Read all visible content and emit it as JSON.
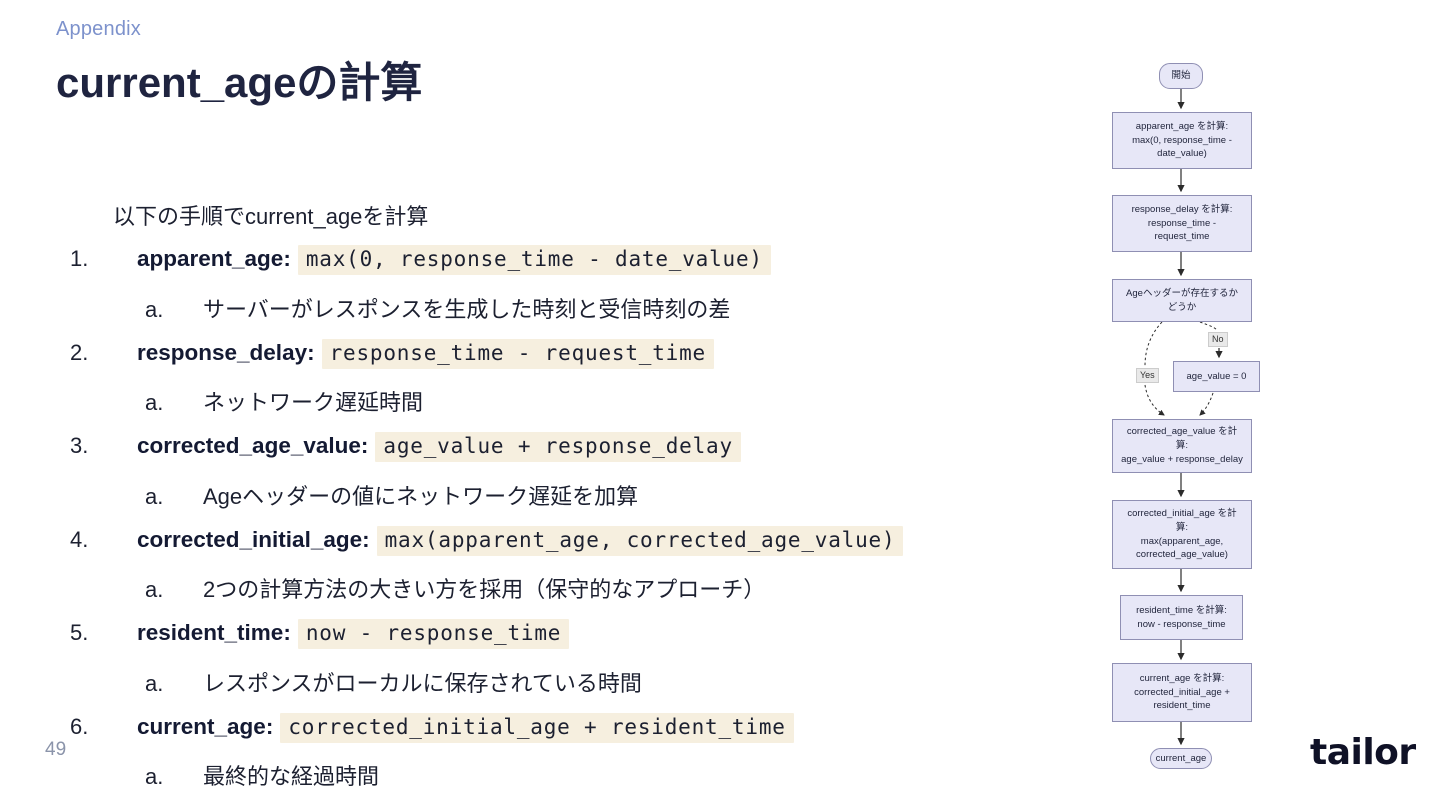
{
  "slide": {
    "eyebrow": "Appendix",
    "title": "current_ageの計算",
    "page_number": "49",
    "logo_text": "tailor"
  },
  "list": {
    "intro": "以下の手順でcurrent_ageを計算",
    "items": [
      {
        "num": "1.",
        "term": "apparent_age",
        "sep": ":",
        "code": "max(0, response_time - date_value)",
        "sub_num": "a.",
        "sub_text": "サーバーがレスポンスを生成した時刻と受信時刻の差"
      },
      {
        "num": "2.",
        "term": "response_delay",
        "sep": ":",
        "code": "response_time - request_time",
        "sub_num": "a.",
        "sub_text": "ネットワーク遅延時間"
      },
      {
        "num": "3.",
        "term": "corrected_age_value",
        "sep": ":",
        "code": "age_value + response_delay",
        "sub_num": "a.",
        "sub_text": "Ageヘッダーの値にネットワーク遅延を加算"
      },
      {
        "num": "4.",
        "term": "corrected_initial_age",
        "sep": ":",
        "code": "max(apparent_age, corrected_age_value)",
        "sub_num": "a.",
        "sub_text": "2つの計算方法の大きい方を採用（保守的なアプローチ）"
      },
      {
        "num": "5.",
        "term": "resident_time",
        "sep": ":",
        "code": "now - response_time",
        "sub_num": "a.",
        "sub_text": "レスポンスがローカルに保存されている時間"
      },
      {
        "num": "6.",
        "term": "current_age",
        "sep": ":",
        "code": "corrected_initial_age + resident_time",
        "sub_num": "a.",
        "sub_text": "最終的な経過時間"
      }
    ]
  },
  "flowchart": {
    "nodes": [
      {
        "id": "start",
        "text": "開始"
      },
      {
        "id": "apparent_age",
        "text": "apparent_age を計算:\nmax(0, response_time -\ndate_value)"
      },
      {
        "id": "response_delay",
        "text": "response_delay を計算:\nresponse_time -\nrequest_time"
      },
      {
        "id": "age_header_check",
        "text": "Ageヘッダーが存在するか\nどうか"
      },
      {
        "id": "no_label",
        "text": "No"
      },
      {
        "id": "age_value_zero",
        "text": "age_value = 0"
      },
      {
        "id": "yes_label",
        "text": "Yes"
      },
      {
        "id": "corrected_age_value",
        "text": "corrected_age_value を計\n算:\nage_value + response_delay"
      },
      {
        "id": "corrected_initial_age",
        "text": "corrected_initial_age を計\n算:\nmax(apparent_age,\ncorrected_age_value)"
      },
      {
        "id": "resident_time",
        "text": "resident_time を計算:\nnow - response_time"
      },
      {
        "id": "current_age_calc",
        "text": "current_age を計算:\ncorrected_initial_age +\nresident_time"
      },
      {
        "id": "end",
        "text": "current_age"
      }
    ]
  },
  "colors": {
    "eyebrow": "#7d92cc",
    "title": "#1f2440",
    "body_text": "#1c2030",
    "code_background": "#f6efdf",
    "flow_node_fill": "#e7e7f7",
    "flow_node_border": "#8f8fb3",
    "yes_no_fill": "#e9e9e9",
    "page_number": "#8b94aa",
    "logo": "#0f1126"
  }
}
